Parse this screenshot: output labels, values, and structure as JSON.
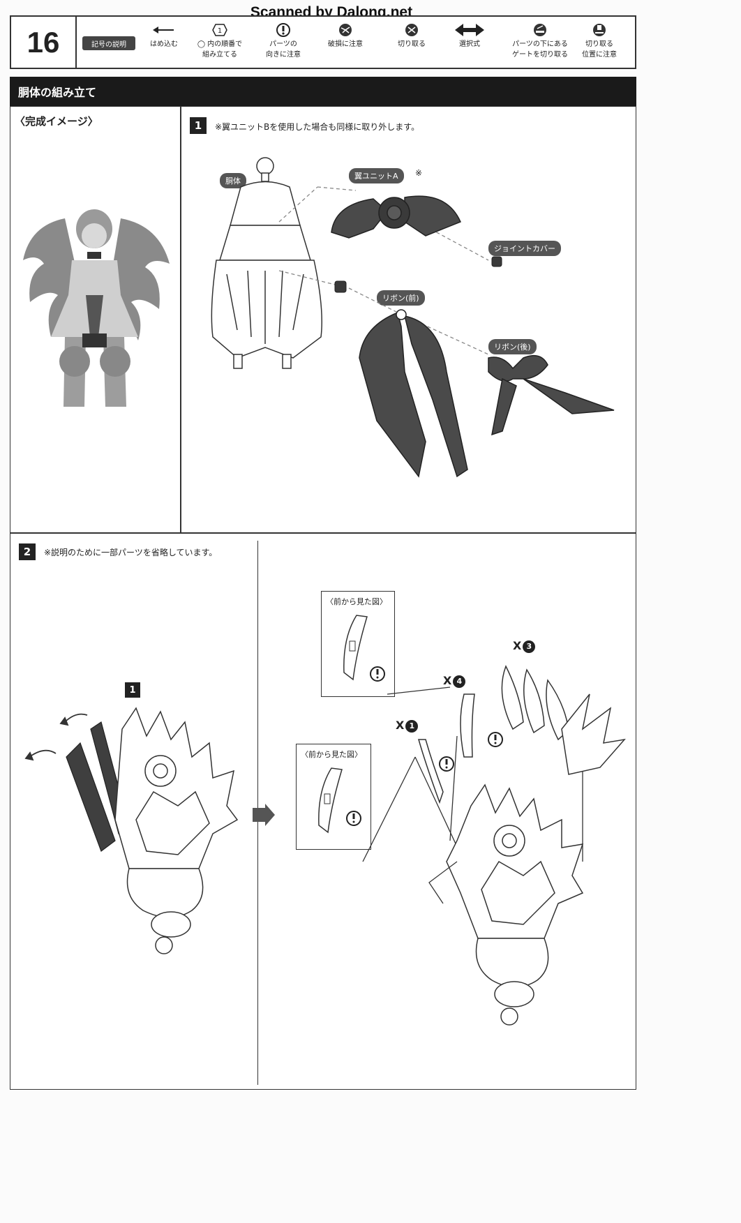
{
  "watermark": "Scanned by Dalong.net",
  "page_number": "16",
  "legend": {
    "title": "記号の説明",
    "items": [
      {
        "icon": "arrow-left-icon",
        "label1": "はめ込む",
        "label2": ""
      },
      {
        "icon": "order-number-icon",
        "label1": "◯ 内の順番で",
        "label2": "組み立てる"
      },
      {
        "icon": "caution-icon",
        "label1": "パーツの",
        "label2": "向きに注意"
      },
      {
        "icon": "breakage-icon",
        "label1": "破損に注意",
        "label2": ""
      },
      {
        "icon": "cut-icon",
        "label1": "切り取る",
        "label2": ""
      },
      {
        "icon": "double-arrow-icon",
        "label1": "選択式",
        "label2": ""
      },
      {
        "icon": "gate-cut-icon",
        "label1": "パーツの下にある",
        "label2": "ゲートを切り取る"
      },
      {
        "icon": "position-cut-icon",
        "label1": "切り取る",
        "label2": "位置に注意"
      }
    ]
  },
  "section_title": "胴体の組み立て",
  "complete_image": {
    "label": "〈完成イメージ〉"
  },
  "step1": {
    "number": "1",
    "note": "※翼ユニットBを使用した場合も同様に取り外します。",
    "parts": {
      "body": "胴体",
      "wing": "翼ユニットA",
      "wing_mark": "※",
      "joint": "ジョイントカバー",
      "ribbon_front": "リボン(前)",
      "ribbon_back": "リボン(後)"
    }
  },
  "step2": {
    "number": "2",
    "note": "※説明のために一部パーツを省略しています。",
    "sub_step": "1",
    "front_view_label": "〈前から見た図〉",
    "front_view_label2": "〈前から見た図〉",
    "qty_prefix": "X",
    "qty": {
      "a": "1",
      "b": "4",
      "c": "3"
    }
  },
  "colors": {
    "dark_part": "#4a4a4a",
    "line": "#333333",
    "bar": "#1a1a1a"
  }
}
